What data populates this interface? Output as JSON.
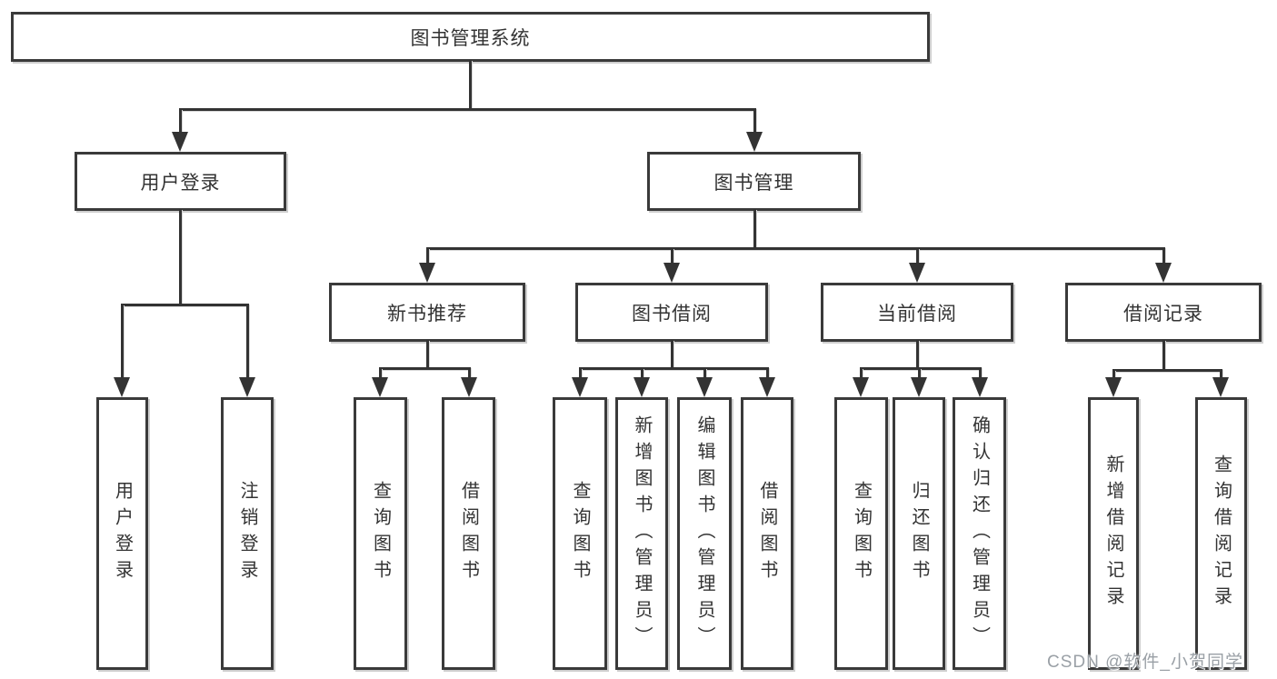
{
  "colors": {
    "line": "#333333",
    "box_border": "#3a3a3a",
    "box_fill": "#ffffff",
    "text": "#333333",
    "watermark": "#9aa0a6"
  },
  "watermark": {
    "text": "CSDN @软件_小贺同学"
  },
  "tree": {
    "root": "图书管理系统",
    "level2": [
      {
        "label": "用户登录",
        "children": [
          {
            "label": "用户登录"
          },
          {
            "label": "注销登录"
          }
        ]
      },
      {
        "label": "图书管理",
        "children": [
          {
            "label": "新书推荐",
            "children": [
              {
                "label": "查询图书"
              },
              {
                "label": "借阅图书"
              }
            ]
          },
          {
            "label": "图书借阅",
            "children": [
              {
                "label": "查询图书"
              },
              {
                "label": "新增图书（管理员）"
              },
              {
                "label": "编辑图书（管理员）"
              },
              {
                "label": "借阅图书"
              }
            ]
          },
          {
            "label": "当前借阅",
            "children": [
              {
                "label": "查询图书"
              },
              {
                "label": "归还图书"
              },
              {
                "label": "确认归还（管理员）"
              }
            ]
          },
          {
            "label": "借阅记录",
            "children": [
              {
                "label": "新增借阅记录"
              },
              {
                "label": "查询借阅记录"
              }
            ]
          }
        ]
      }
    ]
  }
}
